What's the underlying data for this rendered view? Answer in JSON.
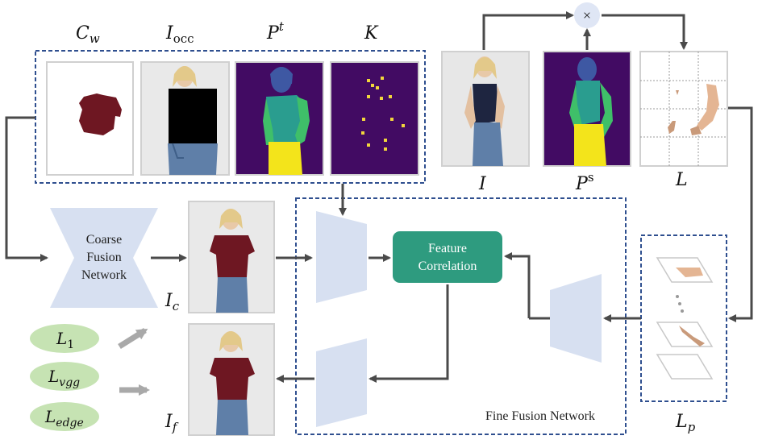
{
  "colors": {
    "dashed_box": "#2f4f8f",
    "network_fill": "#d7e0f1",
    "correlation_fill": "#2e9b7f",
    "loss_fill": "#c6e3b3",
    "arrow": "#4a4a4a",
    "grey_arrow": "#a9a9a9",
    "mask_purple": "#420b63",
    "mask_teal": "#2a9d8f",
    "mask_green": "#3fbf69",
    "mask_yellow": "#f3e41b",
    "mask_blue": "#3e58a3",
    "garment_red": "#6e1722",
    "keypoint_yellow": "#f1d63c",
    "multiply_fill": "#dfe6f5"
  },
  "labels": {
    "c_w": "C",
    "c_w_sub": "w",
    "i_occ": "I",
    "i_occ_sub": "occ",
    "p_t": "P",
    "p_t_sup": "t",
    "k": "K",
    "i": "I",
    "p_s": "P",
    "p_s_sup": "s",
    "l": "L",
    "l_p": "L",
    "l_p_sub": "p",
    "i_c": "I",
    "i_c_sub": "c",
    "i_f": "I",
    "i_f_sub": "f",
    "multiply": "×"
  },
  "networks": {
    "coarse_line1": "Coarse",
    "coarse_line2": "Fusion",
    "coarse_line3": "Network",
    "feature_line1": "Feature",
    "feature_line2": "Correlation",
    "fine_caption": "Fine Fusion Network"
  },
  "losses": [
    {
      "main": "L",
      "sub": "1"
    },
    {
      "main": "L",
      "sub": "vgg"
    },
    {
      "main": "L",
      "sub": "edge"
    }
  ]
}
